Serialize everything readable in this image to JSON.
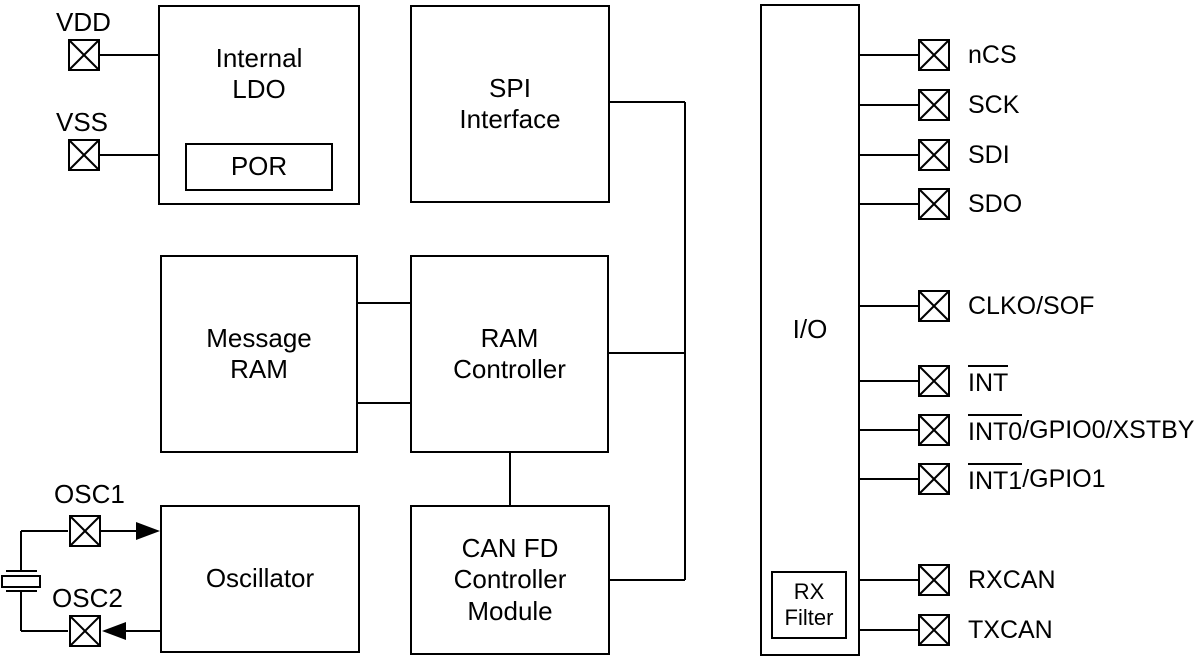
{
  "blocks": {
    "internal_ldo": {
      "label": "Internal\nLDO"
    },
    "por": {
      "label": "POR"
    },
    "spi_interface": {
      "label": "SPI\nInterface"
    },
    "message_ram": {
      "label": "Message\nRAM"
    },
    "ram_controller": {
      "label": "RAM\nController"
    },
    "oscillator": {
      "label": "Oscillator"
    },
    "can_fd_controller": {
      "label": "CAN FD\nController\nModule"
    },
    "io": {
      "label": "I/O"
    },
    "rx_filter": {
      "label": "RX\nFilter"
    }
  },
  "left_pins": [
    {
      "name": "VDD"
    },
    {
      "name": "VSS"
    },
    {
      "name": "OSC1"
    },
    {
      "name": "OSC2"
    }
  ],
  "right_pins": [
    {
      "over": "",
      "rest": "nCS"
    },
    {
      "over": "",
      "rest": "SCK"
    },
    {
      "over": "",
      "rest": "SDI"
    },
    {
      "over": "",
      "rest": "SDO"
    },
    {
      "over": "",
      "rest": "CLKO/SOF"
    },
    {
      "over": "INT",
      "rest": ""
    },
    {
      "over": "INT0",
      "rest": "/GPIO0/XSTBY"
    },
    {
      "over": "INT1",
      "rest": "/GPIO1"
    },
    {
      "over": "",
      "rest": "RXCAN"
    },
    {
      "over": "",
      "rest": "TXCAN"
    }
  ],
  "colors": {
    "line": "#000000",
    "text": "#000000",
    "background": "#ffffff"
  }
}
